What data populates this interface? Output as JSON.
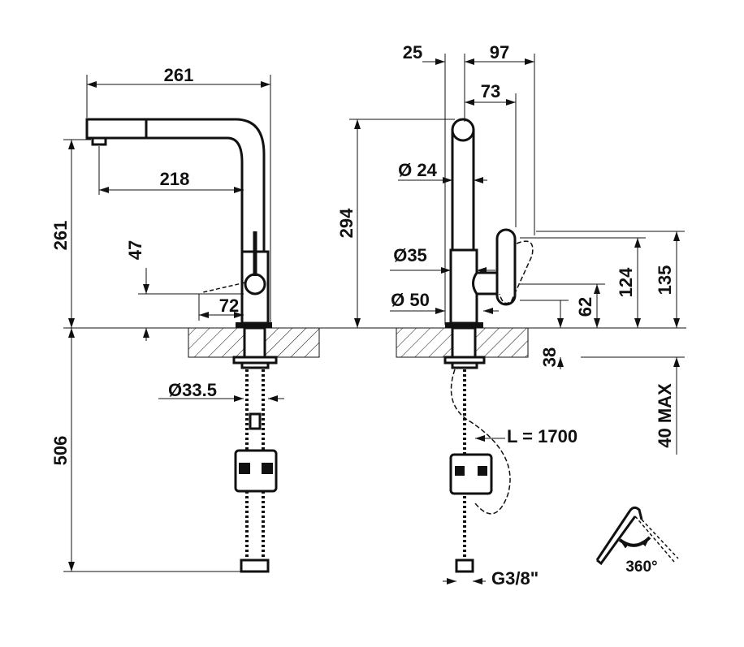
{
  "title": "Kitchen faucet dimension drawing",
  "colors": {
    "line": "#111111",
    "background": "#ffffff"
  },
  "side_view": {
    "spout_length": "261",
    "spout_reach": "218",
    "spout_height": "261",
    "outlet_height": "47",
    "outlet_offset": "72",
    "shank_diameter": "Ø33.5",
    "hose_length": "506"
  },
  "front_view": {
    "offset_25": "25",
    "lever_97": "97",
    "lever_73": "73",
    "tube_diameter": "Ø 24",
    "total_height": "294",
    "body_diameter": "Ø35",
    "base_diameter": "Ø 50",
    "lever_height_124": "124",
    "lever_height_135": "135",
    "lever_height_62": "62",
    "counter_38": "38",
    "counter_max": "40 MAX",
    "hose_pullout": "L = 1700",
    "connection": "G3/8\"",
    "rotation": "360°"
  }
}
